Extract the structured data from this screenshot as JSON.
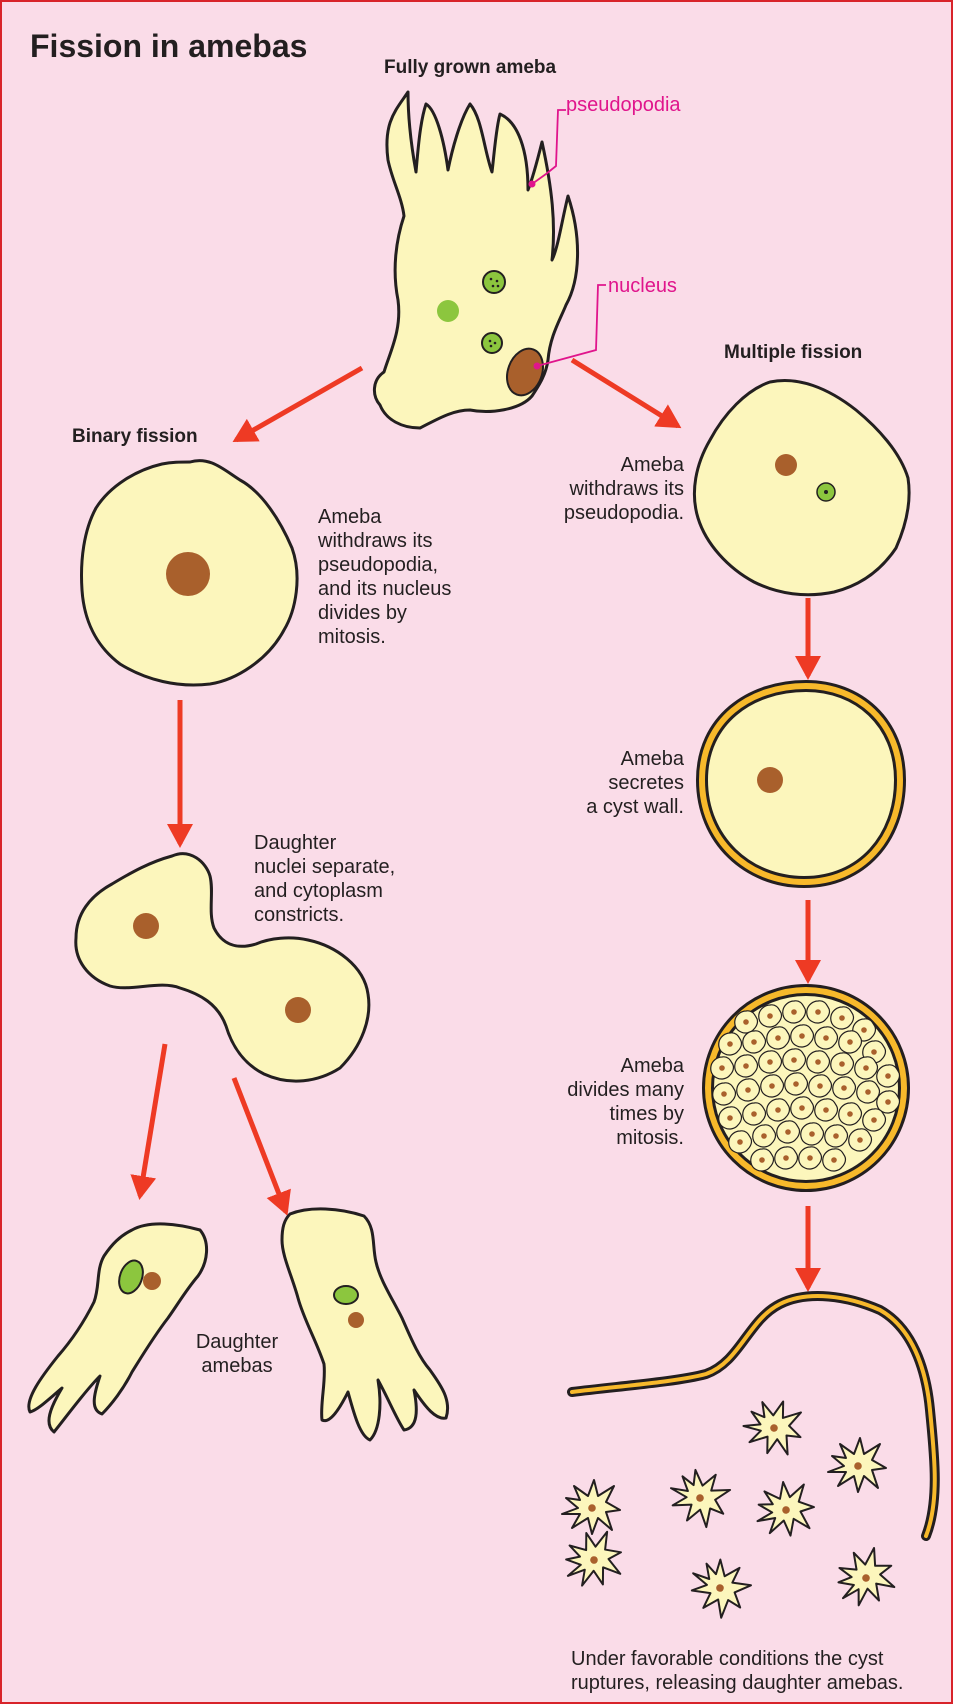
{
  "title": "Fission in amebas",
  "headings": {
    "fully_grown": "Fully grown ameba",
    "binary": "Binary fission",
    "multiple": "Multiple fission"
  },
  "labels": {
    "pseudopodia": "pseudopodia",
    "nucleus": "nucleus"
  },
  "binary_steps": {
    "withdraw": "Ameba\nwithdraws its\npseudopodia,\nand its nucleus\ndivides by\nmitosis.",
    "separate": "Daughter\nnuclei separate,\nand cytoplasm\nconstricts.",
    "daughters": "Daughter\namebas"
  },
  "multiple_steps": {
    "withdraw": "Ameba\nwithdraws its\npseudopodia.",
    "cyst": "Ameba\nsecretes\na cyst wall.",
    "divides": "Ameba\ndivides many\ntimes by\nmitosis.",
    "rupture": "Under favorable conditions the cyst\nruptures, releasing daughter amebas."
  },
  "colors": {
    "background": "#fadce8",
    "border": "#d8232a",
    "cytoplasm": "#fcf6bc",
    "nucleus": "#a9602c",
    "vacuole": "#8cc63e",
    "arrow": "#ee3a24",
    "cyst_wall": "#f7b92b",
    "label": "#e0158c"
  }
}
